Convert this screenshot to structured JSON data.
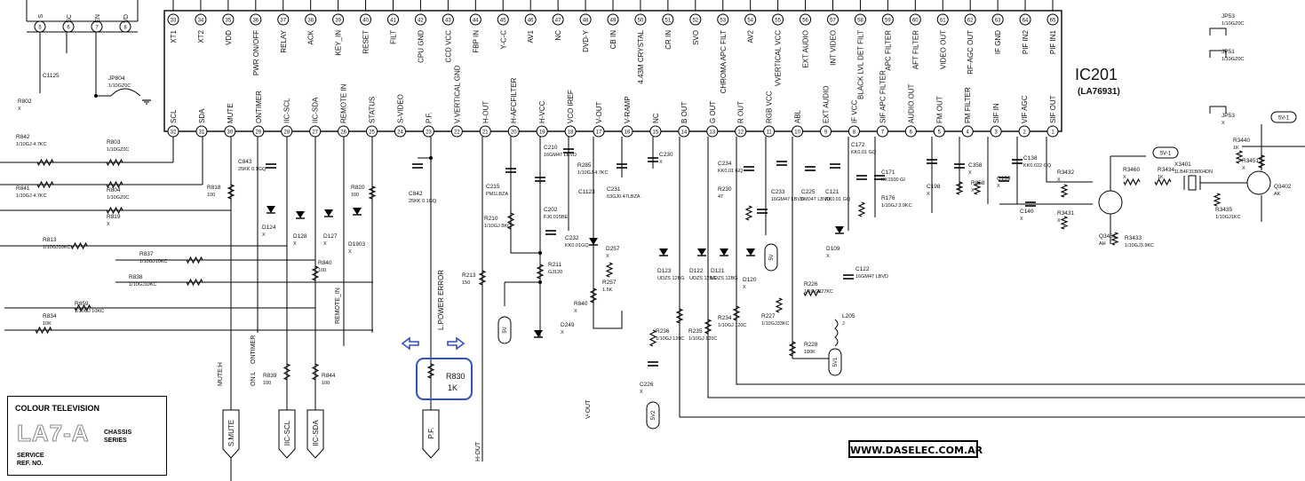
{
  "ic": {
    "ref": "IC201",
    "part": "(LA76931)"
  },
  "top_pins": [
    {
      "n": "33",
      "label": "XT1"
    },
    {
      "n": "34",
      "label": "XT2"
    },
    {
      "n": "35",
      "label": "VDD"
    },
    {
      "n": "36",
      "label": "PWR ON/OFF"
    },
    {
      "n": "37",
      "label": "RELAY"
    },
    {
      "n": "38",
      "label": "ACK"
    },
    {
      "n": "39",
      "label": "KEY_IN"
    },
    {
      "n": "40",
      "label": "RESET"
    },
    {
      "n": "41",
      "label": "FILT"
    },
    {
      "n": "42",
      "label": "CPU GND"
    },
    {
      "n": "43",
      "label": "CCD VCC"
    },
    {
      "n": "44",
      "label": "FBP IN"
    },
    {
      "n": "45",
      "label": "Y-C-C"
    },
    {
      "n": "46",
      "label": "AV1"
    },
    {
      "n": "47",
      "label": "NC"
    },
    {
      "n": "48",
      "label": "DVD-Y"
    },
    {
      "n": "49",
      "label": "CB IN"
    },
    {
      "n": "50",
      "label": "4.43M CRYSTAL"
    },
    {
      "n": "51",
      "label": "CR IN"
    },
    {
      "n": "52",
      "label": "SVO"
    },
    {
      "n": "53",
      "label": "CHROMA APC FILT"
    },
    {
      "n": "54",
      "label": "AV2"
    },
    {
      "n": "55",
      "label": "VVERTICAL VCC"
    },
    {
      "n": "56",
      "label": "EXT AUDIO"
    },
    {
      "n": "57",
      "label": "INT VIDEO"
    },
    {
      "n": "58",
      "label": "BLACK LVL DET FILT"
    },
    {
      "n": "59",
      "label": "APC FILTER"
    },
    {
      "n": "60",
      "label": "AFT FILTER"
    },
    {
      "n": "61",
      "label": "VIDEO OUT"
    },
    {
      "n": "62",
      "label": "RF-AGC OUT"
    },
    {
      "n": "63",
      "label": "IF GND"
    },
    {
      "n": "64",
      "label": "PIF IN2"
    },
    {
      "n": "65",
      "label": "PIF IN1"
    }
  ],
  "bottom_pins": [
    {
      "n": "32",
      "label": "SCL"
    },
    {
      "n": "31",
      "label": "SDA"
    },
    {
      "n": "30",
      "label": "MUTE"
    },
    {
      "n": "29",
      "label": "ONTIMER"
    },
    {
      "n": "28",
      "label": "IIC-SCL"
    },
    {
      "n": "27",
      "label": "IIC-SDA"
    },
    {
      "n": "26",
      "label": "REMOTE IN"
    },
    {
      "n": "25",
      "label": "STATUS"
    },
    {
      "n": "24",
      "label": "S-VIDEO"
    },
    {
      "n": "23",
      "label": "P.F."
    },
    {
      "n": "22",
      "label": "V.VERTICAL GND"
    },
    {
      "n": "21",
      "label": "H-OUT"
    },
    {
      "n": "20",
      "label": "H-AFCFILTER"
    },
    {
      "n": "19",
      "label": "H-VCC"
    },
    {
      "n": "18",
      "label": "VCO IREF"
    },
    {
      "n": "17",
      "label": "V-OUT"
    },
    {
      "n": "16",
      "label": "V-RAMP"
    },
    {
      "n": "15",
      "label": "NC"
    },
    {
      "n": "14",
      "label": "B OUT"
    },
    {
      "n": "13",
      "label": "G OUT"
    },
    {
      "n": "12",
      "label": "R OUT"
    },
    {
      "n": "11",
      "label": "RGB VCC"
    },
    {
      "n": "10",
      "label": "ABL"
    },
    {
      "n": "9",
      "label": "EXT AUDIO"
    },
    {
      "n": "8",
      "label": "IF VCC"
    },
    {
      "n": "7",
      "label": "SIF APC FILTER"
    },
    {
      "n": "6",
      "label": "AUDIO OUT"
    },
    {
      "n": "5",
      "label": "FM OUT"
    },
    {
      "n": "4",
      "label": "FM FILTER"
    },
    {
      "n": "3",
      "label": "SIF IN"
    },
    {
      "n": "2",
      "label": "VIF AGC"
    },
    {
      "n": "1",
      "label": "SIF OUT"
    }
  ],
  "connector": {
    "pins": [
      "5",
      "6",
      "7",
      "8"
    ],
    "labels": [
      "S",
      "SC",
      "EN",
      "VD"
    ]
  },
  "left_parts": [
    {
      "ref": "JP804",
      "val": "1/10GZ0C"
    },
    {
      "ref": "R802",
      "val": "X"
    },
    {
      "ref": "C1125",
      "val": ""
    },
    {
      "ref": "R842",
      "val": "1/10GJ 4.7KC"
    },
    {
      "ref": "R803",
      "val": "1/10GZ0C"
    },
    {
      "ref": "R841",
      "val": "1/10GJ 4.7KC"
    },
    {
      "ref": "R804",
      "val": "1/10GZ0C"
    },
    {
      "ref": "R818",
      "val": "100"
    },
    {
      "ref": "R819",
      "val": "X"
    },
    {
      "ref": "R813",
      "val": "1/10GJ10KC"
    },
    {
      "ref": "R837",
      "val": "1/10GJ10KC"
    },
    {
      "ref": "R838",
      "val": "1/10GJ10KC"
    },
    {
      "ref": "R859",
      "val": "1/10GJ 10KC"
    },
    {
      "ref": "R834",
      "val": "10K"
    },
    {
      "ref": "C843",
      "val": "25KK 0.1GQ"
    },
    {
      "ref": "D124",
      "val": "X"
    },
    {
      "ref": "D128",
      "val": "X"
    },
    {
      "ref": "D127",
      "val": "X"
    },
    {
      "ref": "R820",
      "val": "100"
    },
    {
      "ref": "D1903",
      "val": "X"
    },
    {
      "ref": "R840",
      "val": "100"
    },
    {
      "ref": "R839",
      "val": "100"
    },
    {
      "ref": "R844",
      "val": "100"
    },
    {
      "ref": "C842",
      "val": "25KK 0.1GQ"
    }
  ],
  "mid_parts": [
    {
      "ref": "C215",
      "val": "PM1LBZA"
    },
    {
      "ref": "R210",
      "val": "1/10GJ 8KC"
    },
    {
      "ref": "C210",
      "val": "16GM47 LBVD"
    },
    {
      "ref": "C202",
      "val": "FJ0.015BE"
    },
    {
      "ref": "R285",
      "val": "1/10GJ 4.7KC"
    },
    {
      "ref": "C1123",
      "val": ""
    },
    {
      "ref": "C232",
      "val": "KK0.01GQ"
    },
    {
      "ref": "R211",
      "val": "GJ120"
    },
    {
      "ref": "C231",
      "val": "63GJ0.47LBZA"
    },
    {
      "ref": "D257",
      "val": "X"
    },
    {
      "ref": "R257",
      "val": "1.5K"
    },
    {
      "ref": "R840",
      "val": "X"
    },
    {
      "ref": "D249",
      "val": "X"
    },
    {
      "ref": "C230",
      "val": "X"
    },
    {
      "ref": "R213",
      "val": "150"
    },
    {
      "ref": "C226",
      "val": "X"
    },
    {
      "ref": "R236",
      "val": "1/10GJ 120C"
    }
  ],
  "rgb_parts": [
    {
      "ref": "D123",
      "val": "UDZS 12BG"
    },
    {
      "ref": "D122",
      "val": "UDZS 12BG"
    },
    {
      "ref": "D121",
      "val": "UDZS 12BG"
    },
    {
      "ref": "R235",
      "val": "1/10GJ 120C"
    },
    {
      "ref": "R234",
      "val": "1/10GJ 120C"
    },
    {
      "ref": "C234",
      "val": "KK0.01 GQ"
    },
    {
      "ref": "R230",
      "val": "47"
    },
    {
      "ref": "C233",
      "val": "16GM47 LBVD"
    },
    {
      "ref": "C225",
      "val": "6M047 LBVD"
    },
    {
      "ref": "C121",
      "val": "KK0.01 GQ"
    },
    {
      "ref": "D120",
      "val": "X"
    },
    {
      "ref": "R227",
      "val": "1/10GJ33KC"
    },
    {
      "ref": "R228",
      "val": "180K"
    },
    {
      "ref": "R226",
      "val": "1/10 GJ27KC"
    },
    {
      "ref": "L205",
      "val": "J"
    },
    {
      "ref": "C172",
      "val": "KK0.01 GQ"
    },
    {
      "ref": "C171",
      "val": "KK1500 GI"
    },
    {
      "ref": "R176",
      "val": "1/10GJ 3.9KC"
    },
    {
      "ref": "D109",
      "val": "X"
    },
    {
      "ref": "C122",
      "val": "16GM47 LBVD"
    }
  ],
  "right_parts": [
    {
      "ref": "C198",
      "val": "X"
    },
    {
      "ref": "C358",
      "val": "X"
    },
    {
      "ref": "R858",
      "val": "X"
    },
    {
      "ref": "C138",
      "val": "KK0.022 GQ"
    },
    {
      "ref": "C139",
      "val": "X"
    },
    {
      "ref": "C140",
      "val": "X"
    },
    {
      "ref": "R3432",
      "val": "X"
    },
    {
      "ref": "R3431",
      "val": "X"
    },
    {
      "ref": "R3460",
      "val": "X"
    },
    {
      "ref": "Q3401",
      "val": "AH"
    },
    {
      "ref": "R3433",
      "val": "1/10GJ3.9KC"
    },
    {
      "ref": "R3434",
      "val": "1K"
    },
    {
      "ref": "X3401",
      "val": "1LB4F31B004DN"
    },
    {
      "ref": "R3435",
      "val": "1/10GJ1KC"
    },
    {
      "ref": "R3440",
      "val": "1K"
    },
    {
      "ref": "R3451",
      "val": "X"
    },
    {
      "ref": "Q3402",
      "val": "AK"
    },
    {
      "ref": "JP53",
      "val": "1/10GZ0C"
    },
    {
      "ref": "JP51",
      "val": "1/10GZ0C"
    },
    {
      "ref": "JP53",
      "val": "X"
    }
  ],
  "net_labels": {
    "power_error": "L.POWER ERROR",
    "mute_h": "MUTE:H",
    "ontimer": "ONTIMER",
    "on_l": "ON:L",
    "remote_in": "REMOTE_IN",
    "v_out": "V-OUT",
    "h_out": "H-OUT",
    "rail_5v1": "5V-1",
    "rail_5v": "5V"
  },
  "flags": [
    {
      "name": "S.MUTE"
    },
    {
      "name": "IIC-SCL"
    },
    {
      "name": "IIC-SDA"
    },
    {
      "name": "P.F."
    }
  ],
  "highlight": {
    "ref": "R830",
    "val": "1K",
    "color": "#3050c8"
  },
  "title_block": {
    "line1": "COLOUR TELEVISION",
    "model": "LA7-A",
    "chassis": "CHASSIS\nSERIES",
    "service": "SERVICE\nREF. NO."
  },
  "website": "WWW.DASELEC.COM.AR"
}
